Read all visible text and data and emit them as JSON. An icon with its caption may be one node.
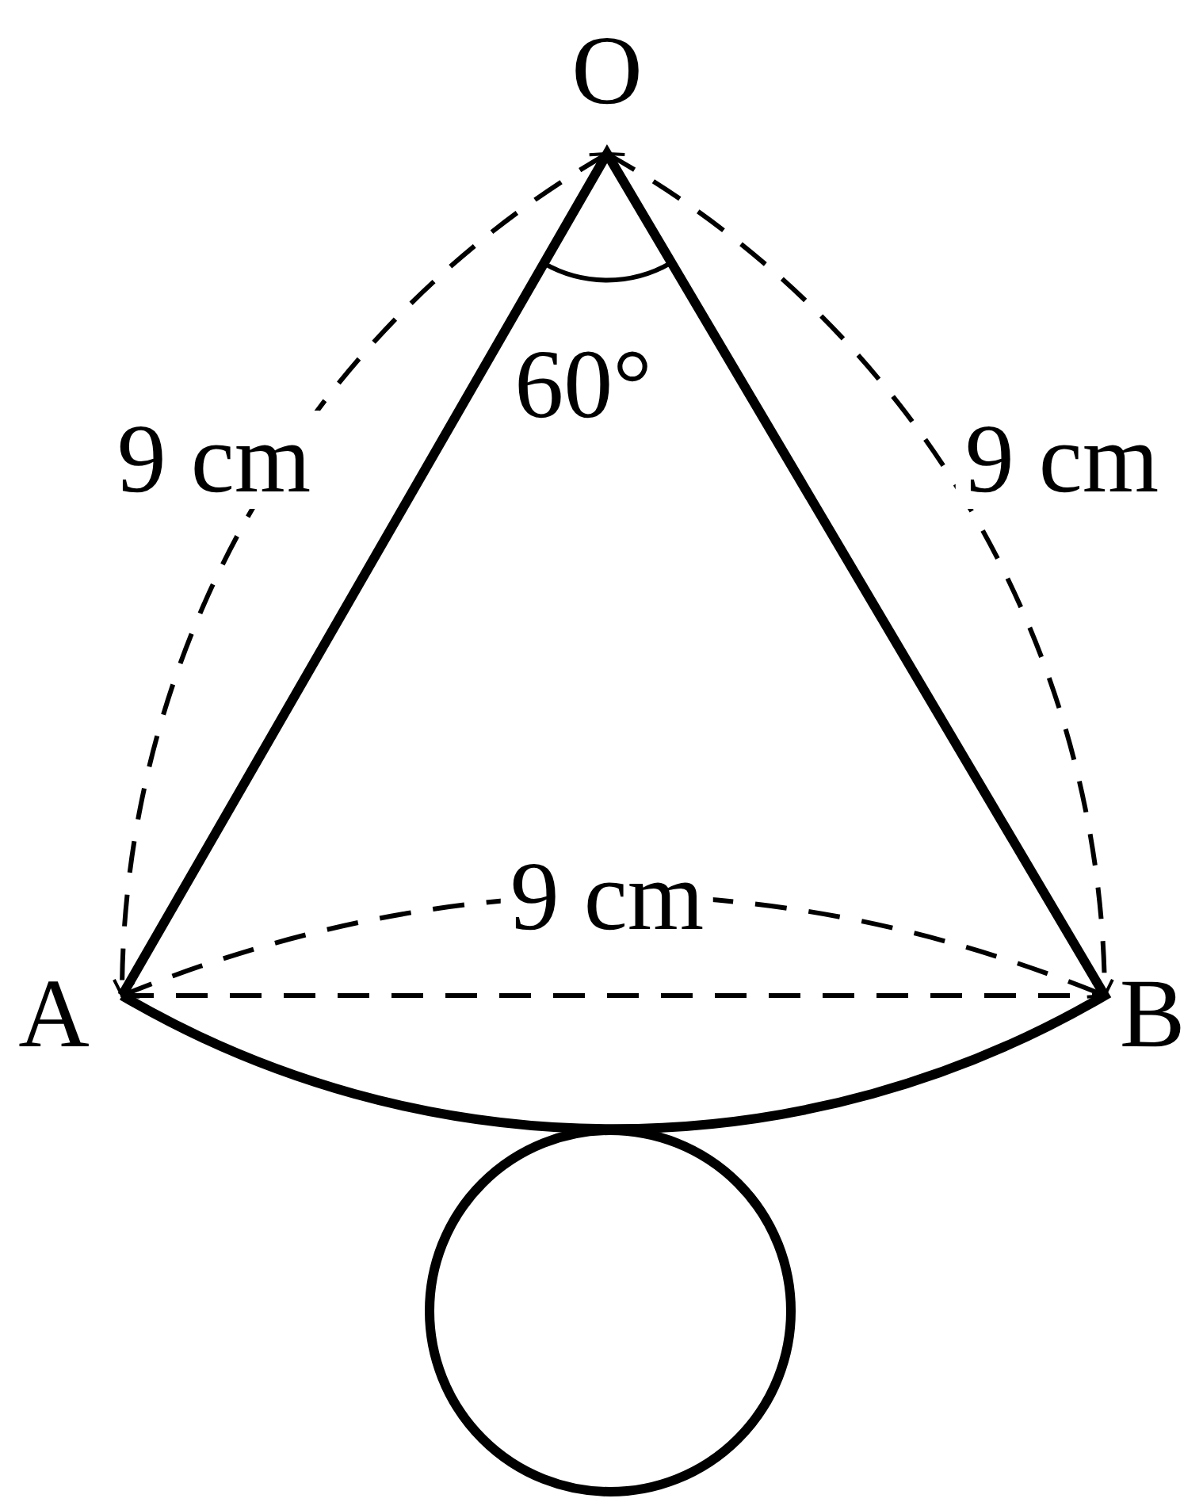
{
  "diagram": {
    "labels": [
      "O",
      "60°",
      "9 cm",
      "9 cm",
      "9 cm",
      "A",
      "B"
    ]
  }
}
